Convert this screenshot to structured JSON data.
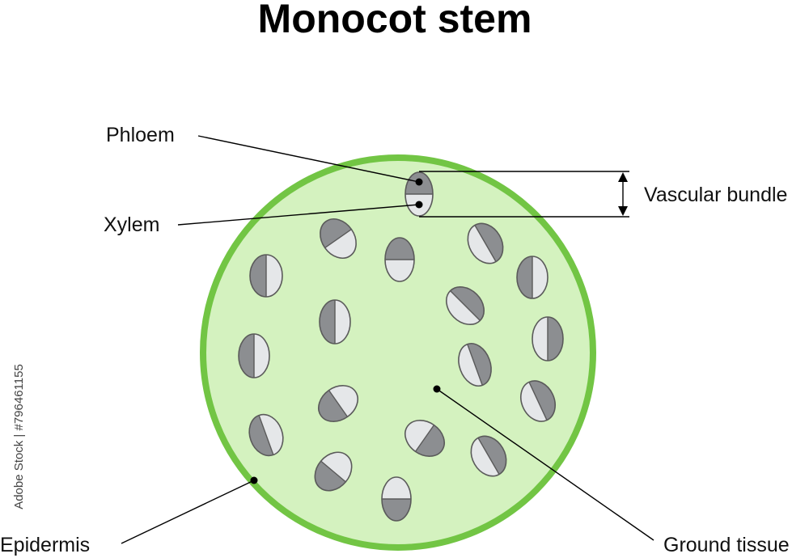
{
  "title": "Monocot stem",
  "labels": {
    "phloem": "Phloem",
    "xylem": "Xylem",
    "vascular_bundle": "Vascular bundle",
    "epidermis": "Epidermis",
    "ground_tissue": "Ground tissue"
  },
  "watermark": "Adobe Stock | #796461155",
  "colors": {
    "epidermis": "#72c544",
    "ground_tissue": "#d4f2bf",
    "phloem": "#8c8e91",
    "xylem": "#e5e7e9",
    "bundle_outline": "#5a5a5a"
  }
}
